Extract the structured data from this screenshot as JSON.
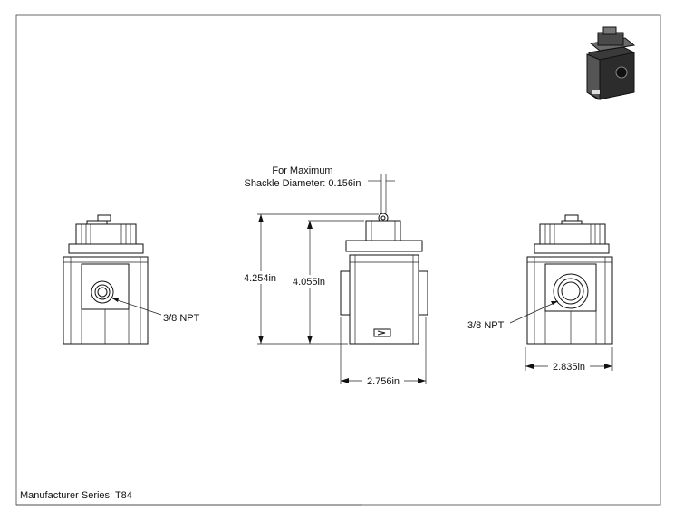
{
  "footer": {
    "series_label": "Manufacturer Series: T84"
  },
  "center_view": {
    "shackle_note_line1": "For Maximum",
    "shackle_note_line2": "Shackle Diameter: 0.156in",
    "height_overall": "4.254in",
    "height_body": "4.055in",
    "width": "2.756in"
  },
  "left_view": {
    "port_label": "3/8 NPT"
  },
  "right_view": {
    "port_label": "3/8 NPT",
    "width": "2.835in"
  }
}
